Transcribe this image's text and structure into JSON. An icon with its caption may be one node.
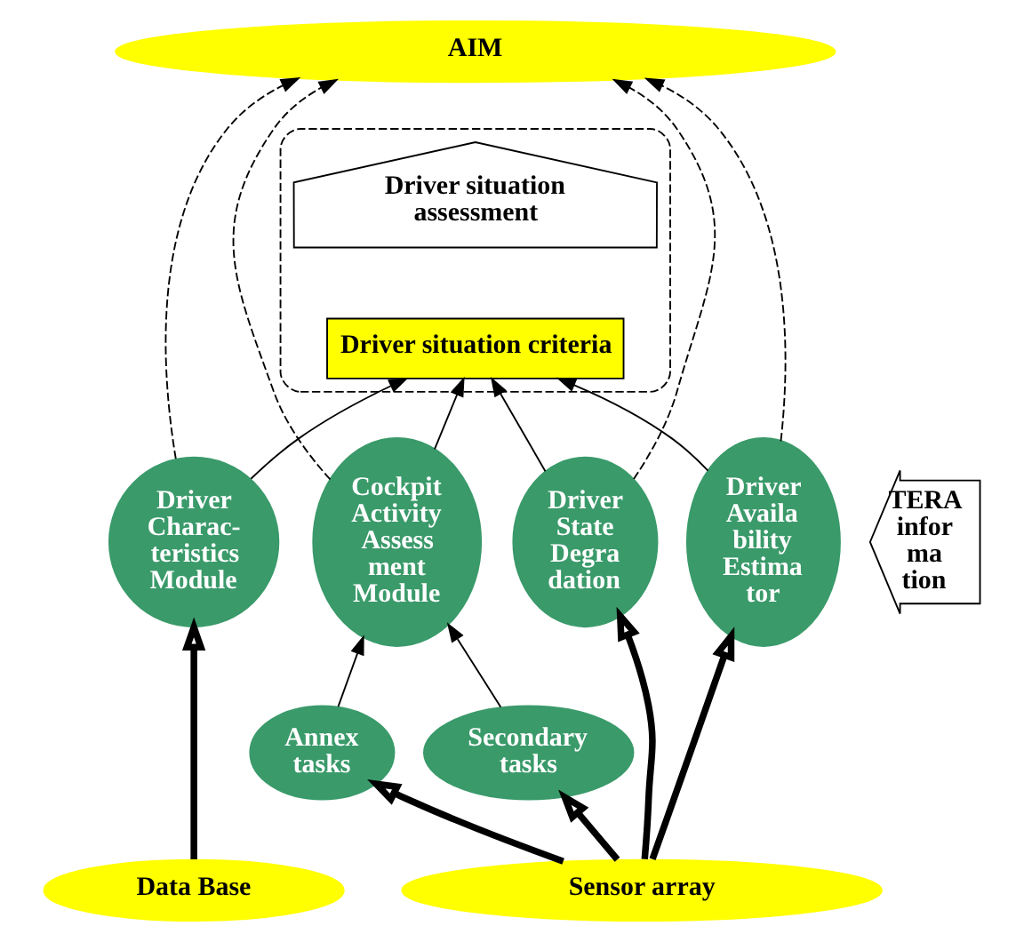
{
  "diagram": {
    "nodes": [
      {
        "text": [
          "AIM"
        ]
      },
      {
        "text": [],
        "shape": "ellipse"
      },
      {
        "text": [
          "Driver situation assessment"
        ],
        "in": 1
      },
      {
        "text": [
          "Driver situation criteria"
        ],
        "in": 1
      },
      {
        "text": [
          "Driver Charac- teristics Module"
        ]
      },
      {
        "text": [
          "Driver State Degra dation"
        ]
      },
      {
        "text": [
          "Cockpit Activity Assess ment Module"
        ]
      },
      {
        "text": [
          "Driver Availa bility Estima tor"
        ]
      },
      {
        "text": [
          "TERA infor ma tion"
        ]
      },
      {
        "text": [
          "Secondary tasks"
        ]
      },
      {
        "text": [
          "Annex tasks"
        ]
      },
      {
        "text": [
          "Data Base"
        ]
      },
      {
        "text": [
          "Sensor array"
        ]
      }
    ],
    "edges": [
      {
        "from": 4,
        "to": 0,
        "arrow": "to",
        "style": "dashed"
      },
      {
        "from": 5,
        "to": 0,
        "arrow": "to",
        "style": "dashed"
      },
      {
        "from": 6,
        "to": 0,
        "arrow": "to",
        "style": "dashed"
      },
      {
        "from": 7,
        "to": 0,
        "arrow": "to",
        "style": "dashed"
      },
      {
        "from": 4,
        "to": 3,
        "arrow": "to"
      },
      {
        "from": 5,
        "to": 3,
        "arrow": "to"
      },
      {
        "from": 6,
        "to": 3,
        "arrow": "to"
      },
      {
        "from": 7,
        "to": 3,
        "arrow": "to"
      },
      {
        "from": 9,
        "to": 6,
        "arrow": "to"
      },
      {
        "from": 10,
        "to": 6,
        "arrow": "to"
      },
      {
        "from": 11,
        "to": 4,
        "arrow": "to",
        "style": "thick"
      },
      {
        "from": 12,
        "to": 5,
        "arrow": "to",
        "style": "thick"
      },
      {
        "from": 12,
        "to": 9,
        "arrow": "to",
        "style": "thick"
      },
      {
        "from": 12,
        "to": 10,
        "arrow": "to",
        "style": "thick"
      },
      {
        "from": 12,
        "to": 7,
        "arrow": "to",
        "style": "thick"
      }
    ]
  }
}
